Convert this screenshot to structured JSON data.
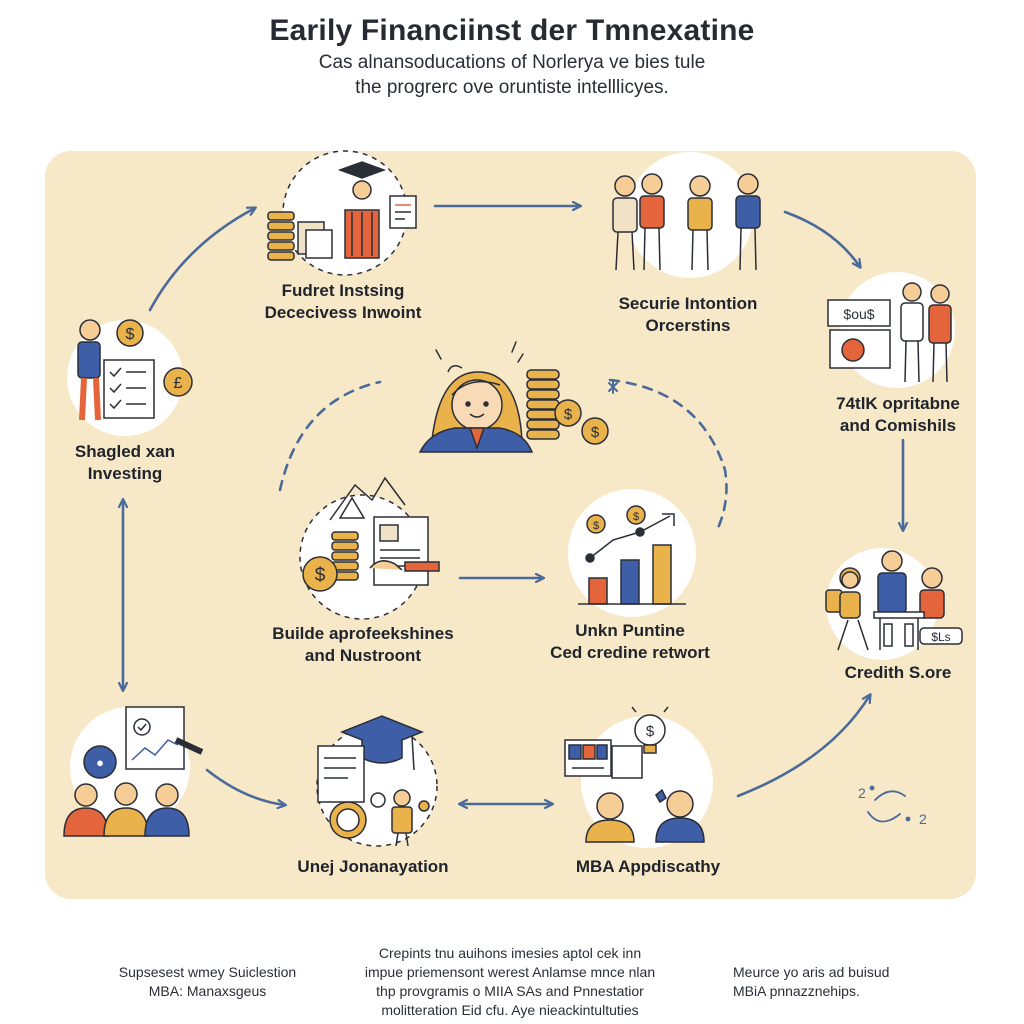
{
  "header": {
    "title": "Earily Financiinst der Tmnexatine",
    "subtitle_line1": "Cas alnansoducations of Norlerya ve bies tule",
    "subtitle_line2": "the progrerc ove oruntiste intelllicyes."
  },
  "nodes": {
    "fudret": {
      "line1": "Fudret Instsing",
      "line2": "Dececivess Inwoint"
    },
    "securie": {
      "line1": "Securie Intontion",
      "line2": "Orcerstins"
    },
    "shagled": {
      "line1": "Shagled xan",
      "line2": "Investing"
    },
    "opritabne": {
      "line1": "74tlK opritabne",
      "line2": "and Comishils"
    },
    "builde": {
      "line1": "Builde aprofeekshines",
      "line2": "and Nustroont"
    },
    "unkn": {
      "line1": "Unkn Puntine",
      "line2": "Ced credine retwort"
    },
    "credit": {
      "line1": "Credith S.ore"
    },
    "unej": {
      "line1": "Unej Jonanayation"
    },
    "mba": {
      "line1": "MBA Appdiscathy"
    }
  },
  "icon_text": {
    "sign": "$ou$",
    "tag": "$Ls"
  },
  "footer": {
    "left_line1": "Supsesest wmey Suiclestion",
    "left_line2": "MBA: Manaxsgeus",
    "center_line1": "Crepints tnu auihons imesies aptol cek inn",
    "center_line2": "impue priemensont werest Anlamse mnce nlan",
    "center_line3": "thp provgramis o MIIA SAs and Pnnestatior",
    "center_line4": "molitteration Eid cfu. Aye nieackintultuties",
    "right_line1": "Meurce yo aris ad buisud",
    "right_line2": "MBiA pnnazznehips."
  },
  "colors": {
    "panel": "#f7e8c8",
    "arrow": "#4a6a99",
    "orange": "#e4643c",
    "blue": "#3e5ea8",
    "gold": "#eab24a",
    "skin": "#f6cc97"
  }
}
